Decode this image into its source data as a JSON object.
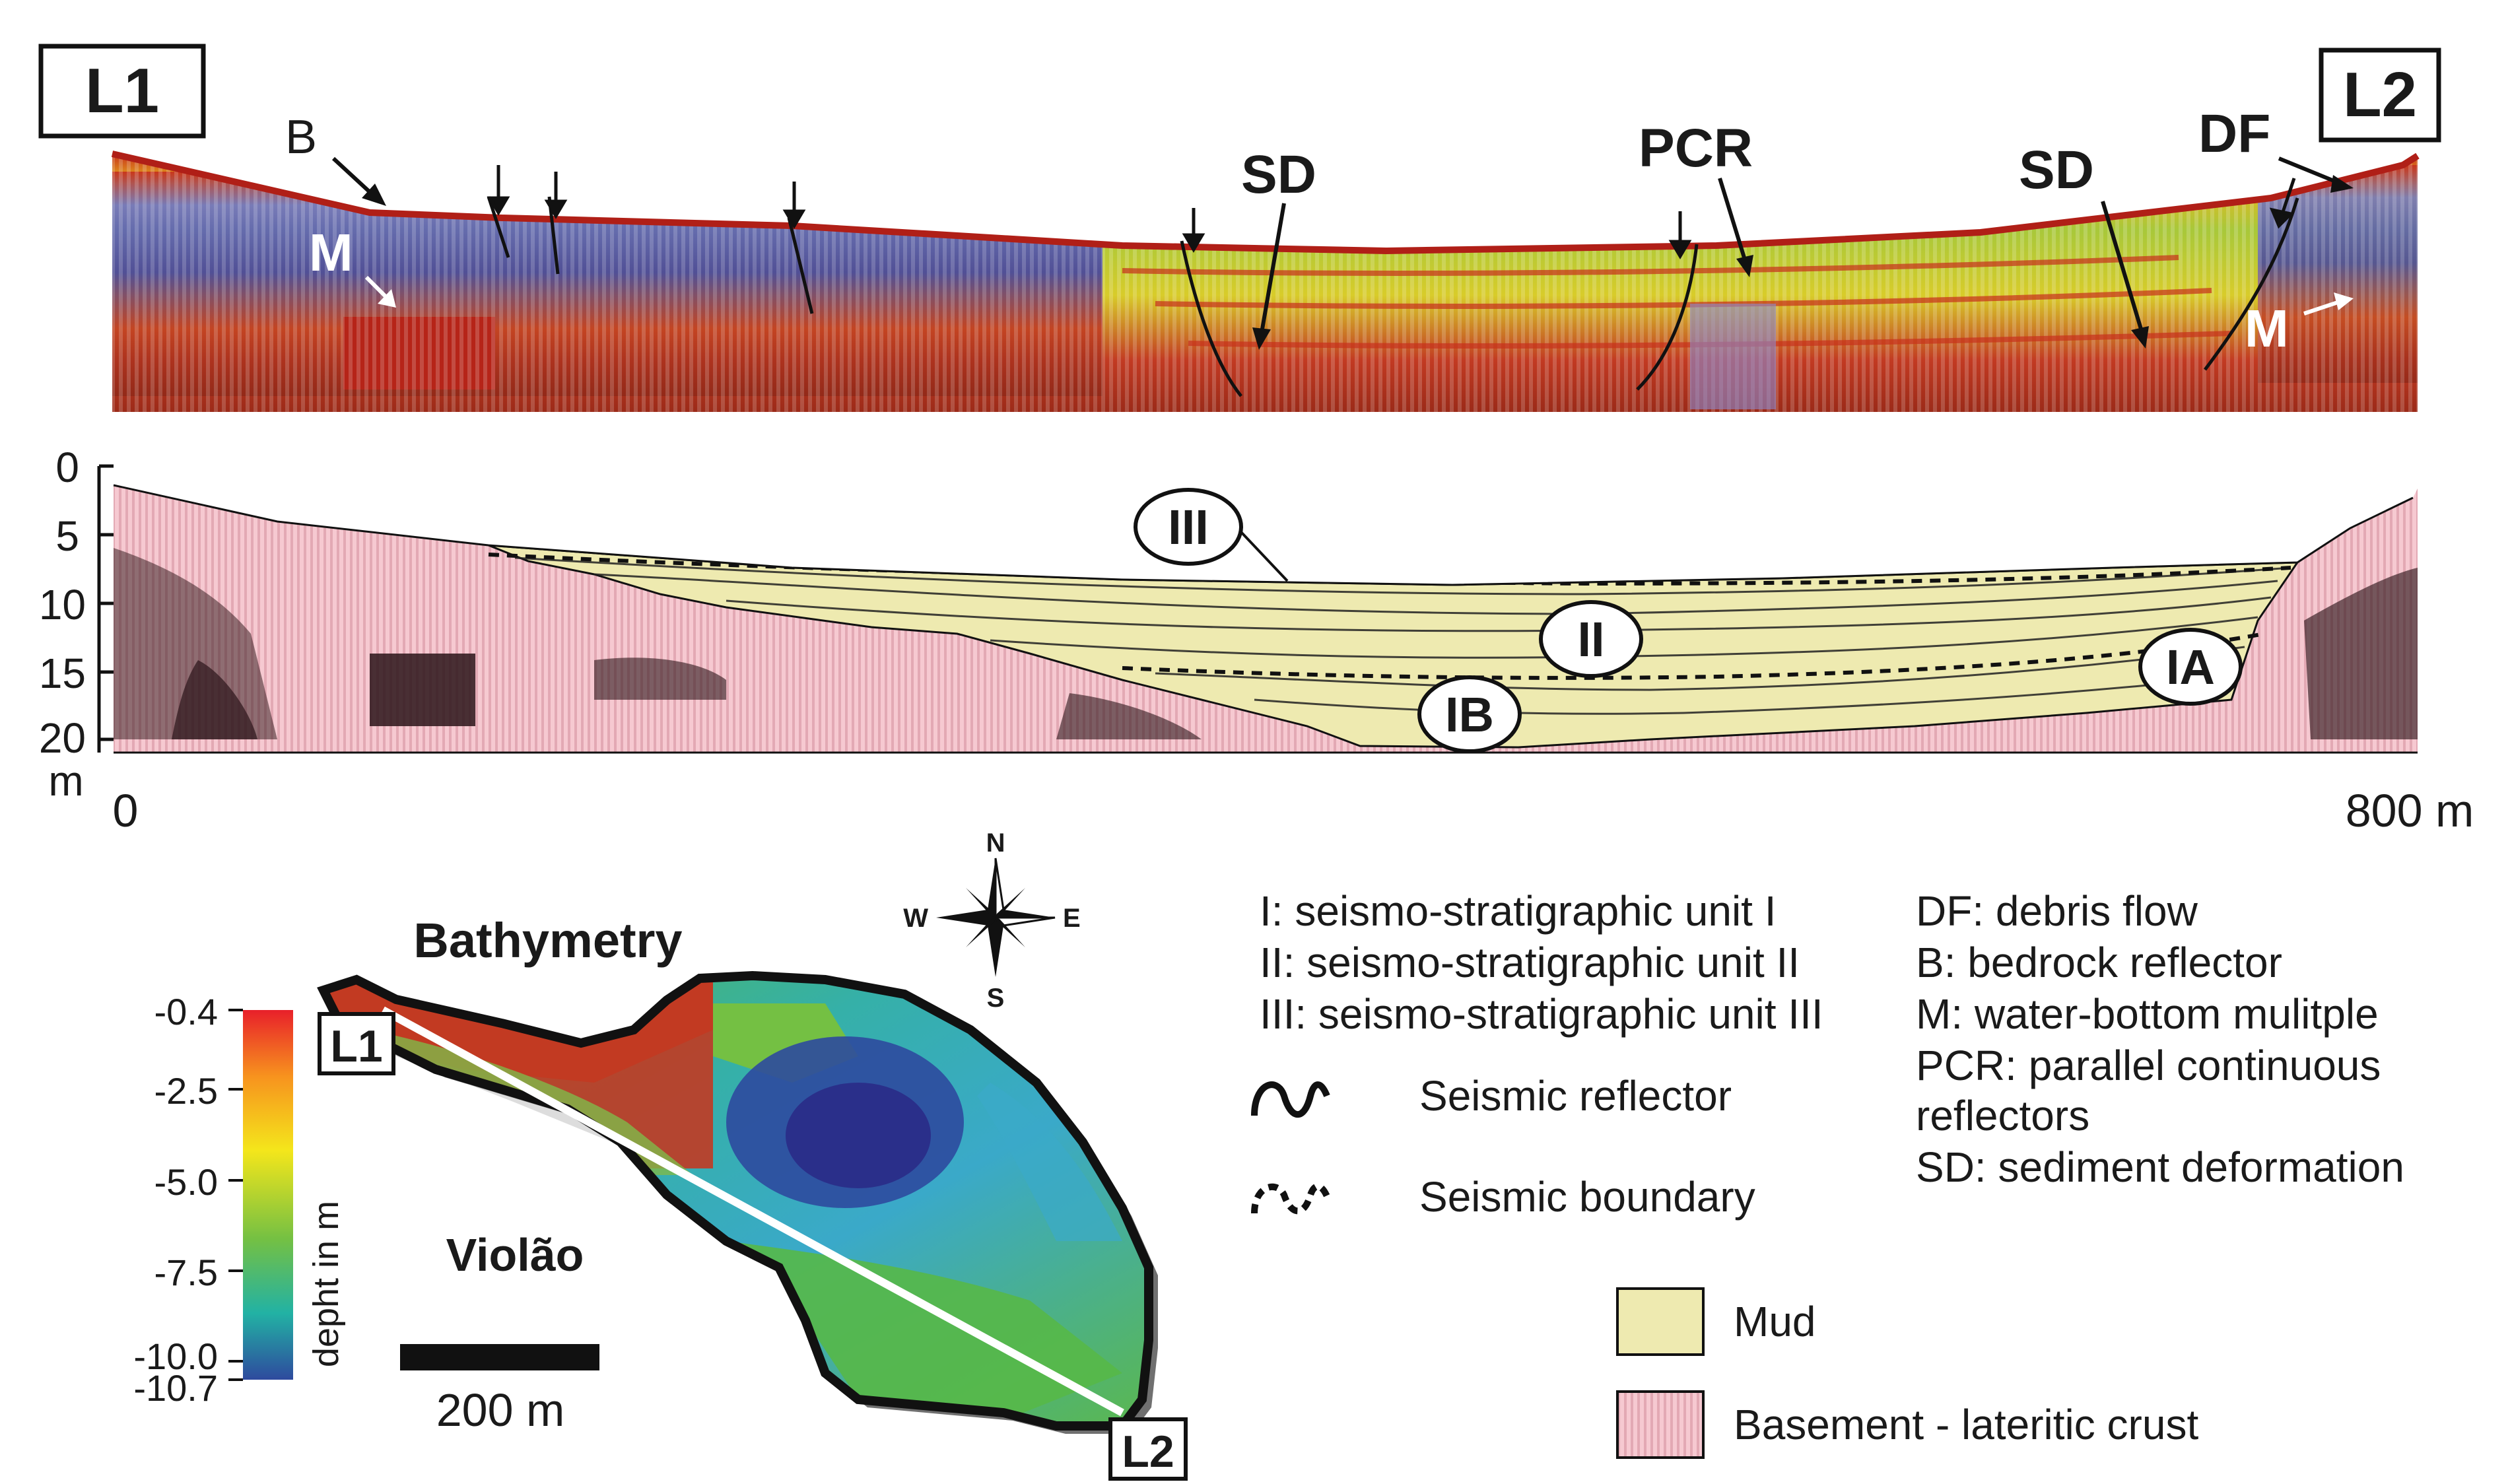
{
  "profile": {
    "line_start_label": "L1",
    "line_end_label": "L2",
    "annotations": {
      "b": "B",
      "m_left": "M",
      "m_right": "M",
      "sd_left": "SD",
      "pcr": "PCR",
      "sd_right": "SD",
      "df": "DF"
    },
    "units": {
      "iii": "III",
      "ii": "II",
      "ib": "IB",
      "ia": "IA"
    },
    "depth_axis": {
      "ticks": [
        "0",
        "5",
        "10",
        "15",
        "20"
      ],
      "unit": "m"
    },
    "distance_axis": {
      "start": "0",
      "end": "800 m"
    }
  },
  "map": {
    "title": "Bathymetry",
    "lake_name": "Violão",
    "colorbar": {
      "ticks": [
        "-0.4",
        "-2.5",
        "-5.0",
        "-7.5",
        "-10.0",
        "-10.7"
      ],
      "label": "depht in m",
      "colors": [
        "#e8202a",
        "#f7931e",
        "#f4e61b",
        "#74c043",
        "#22b2a4",
        "#2e4a9e"
      ]
    },
    "scale_bar": "200 m",
    "line_start_label": "L1",
    "line_end_label": "L2",
    "compass": {
      "n": "N",
      "s": "S",
      "e": "E",
      "w": "W"
    }
  },
  "legend": {
    "abbrev_left": [
      "I: seismo-stratigraphic unit I",
      "II: seismo-stratigraphic unit II",
      "III: seismo-stratigraphic unit III"
    ],
    "abbrev_right": [
      "DF: debris flow",
      "B: bedrock reflector",
      "M: water-bottom mulitple",
      "PCR: parallel continuous",
      "reflectors",
      "SD: sediment deformation"
    ],
    "seismic_reflector": "Seismic reflector",
    "seismic_boundary": "Seismic boundary",
    "mud": "Mud",
    "basement": "Basement - lateritic crust",
    "colors": {
      "mud": "#eeeab0",
      "basement": "#fbd8de"
    }
  }
}
